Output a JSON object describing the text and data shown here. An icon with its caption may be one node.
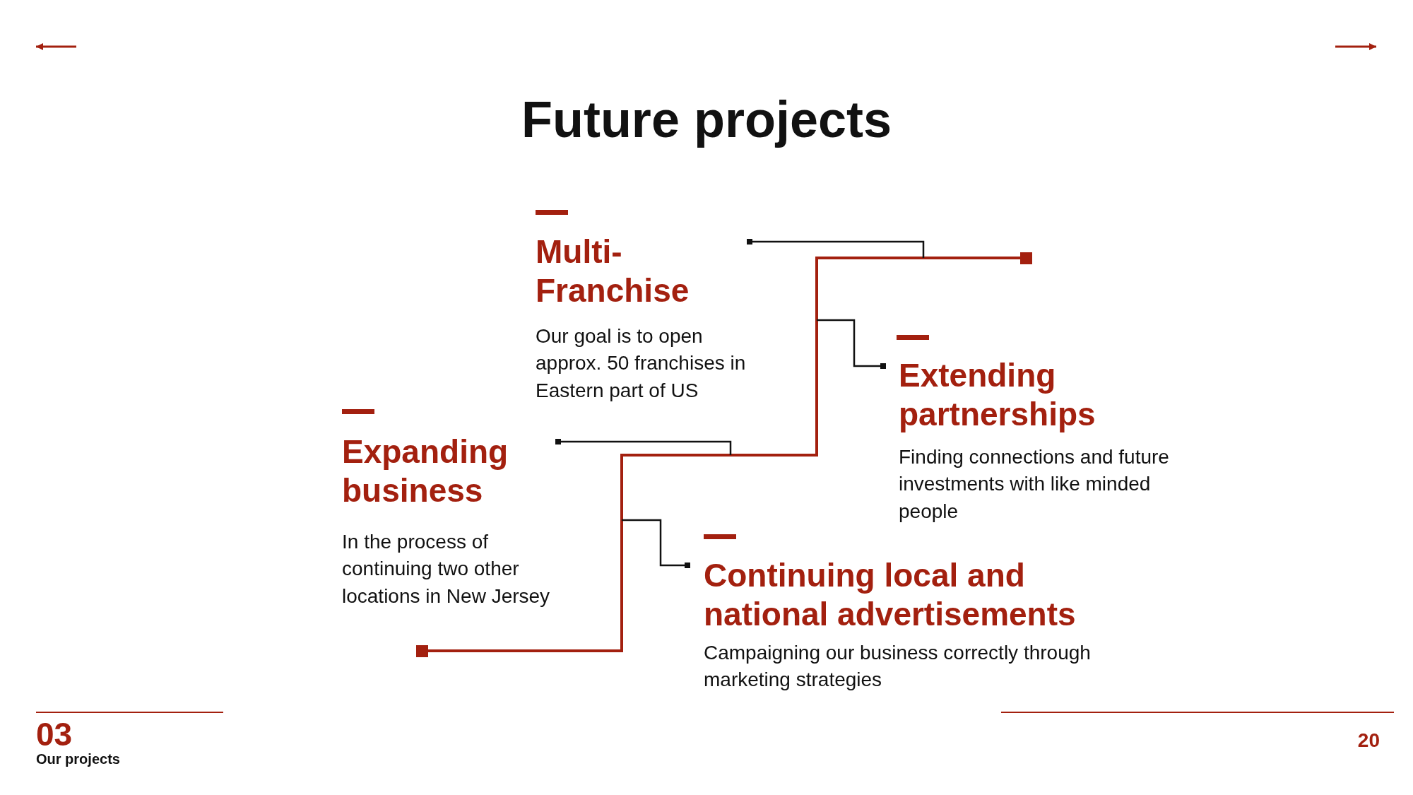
{
  "diagram": {
    "title": "Future projects",
    "nodes": [
      {
        "text": [
          "Multi-Franchise",
          "Our goal is to open approx. 50 franchises in Eastern part of US"
        ]
      },
      {
        "text": [
          "Extending partnerships",
          "Finding connections and future investments with like minded people"
        ]
      },
      {
        "text": [
          "Expanding business",
          "In the process of continuing two other locations in New Jersey"
        ]
      },
      {
        "text": [
          "Continuing local and national advertisements",
          "Campaigning our business correctly through marketing strategies"
        ]
      }
    ],
    "edges": [
      {
        "from": null,
        "to": 0,
        "arrow": "other"
      },
      {
        "from": null,
        "to": 1,
        "arrow": "other"
      },
      {
        "from": null,
        "to": 2,
        "arrow": "other"
      },
      {
        "from": null,
        "to": 3,
        "arrow": "other"
      }
    ],
    "labels": [
      "03",
      "Our projects",
      "20"
    ]
  }
}
